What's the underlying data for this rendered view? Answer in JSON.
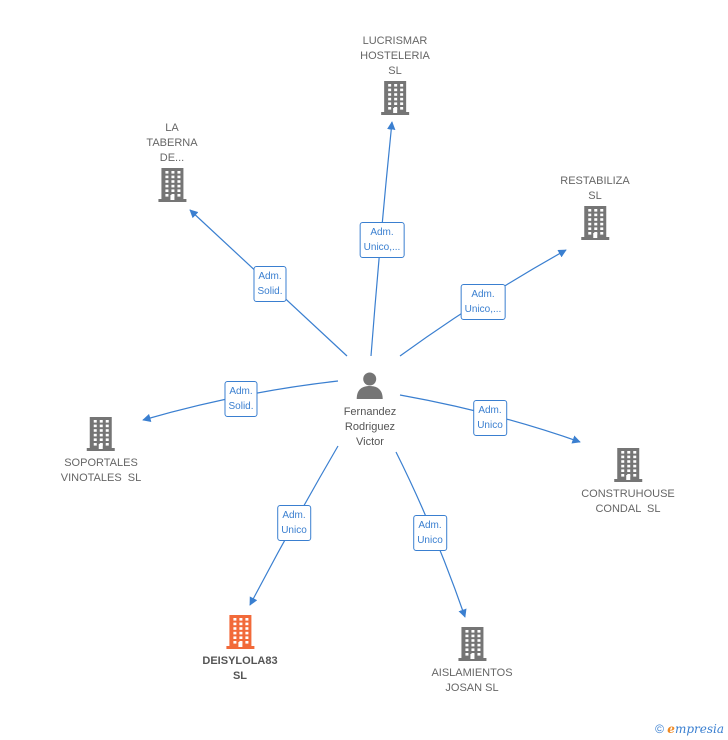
{
  "center": {
    "name": "Fernandez\nRodriguez\nVictor",
    "icon": "person-icon"
  },
  "companies": [
    {
      "id": "lucrismar",
      "name": "LUCRISMAR\nHOSTELERIA\nSL",
      "highlight": false
    },
    {
      "id": "la-taberna",
      "name": "LA\nTABERNA\nDE...",
      "highlight": false
    },
    {
      "id": "restabiliza",
      "name": "RESTABILIZA\nSL",
      "highlight": false
    },
    {
      "id": "soportales",
      "name": "SOPORTALES\nVINOTALES  SL",
      "highlight": false
    },
    {
      "id": "construhouse",
      "name": "CONSTRUHOUSE\nCONDAL  SL",
      "highlight": false
    },
    {
      "id": "deisylola83",
      "name": "DEISYLOLA83\nSL",
      "highlight": true
    },
    {
      "id": "aislamientos",
      "name": "AISLAMIENTOS\nJOSAN SL",
      "highlight": false
    }
  ],
  "relations": [
    {
      "to": "lucrismar",
      "label": "Adm.\nUnico,..."
    },
    {
      "to": "la-taberna",
      "label": "Adm.\nSolid."
    },
    {
      "to": "restabiliza",
      "label": "Adm.\nUnico,..."
    },
    {
      "to": "soportales",
      "label": "Adm.\nSolid."
    },
    {
      "to": "construhouse",
      "label": "Adm.\nUnico"
    },
    {
      "to": "deisylola83",
      "label": "Adm.\nUnico"
    },
    {
      "to": "aislamientos",
      "label": "Adm.\nUnico"
    }
  ],
  "colors": {
    "edge": "#3a7fd0",
    "building": "#757575",
    "building_highlight": "#f26a3a",
    "person": "#757575"
  },
  "footer": {
    "copyright": "©",
    "brand_initial": "e",
    "brand_rest": "mpresia"
  }
}
